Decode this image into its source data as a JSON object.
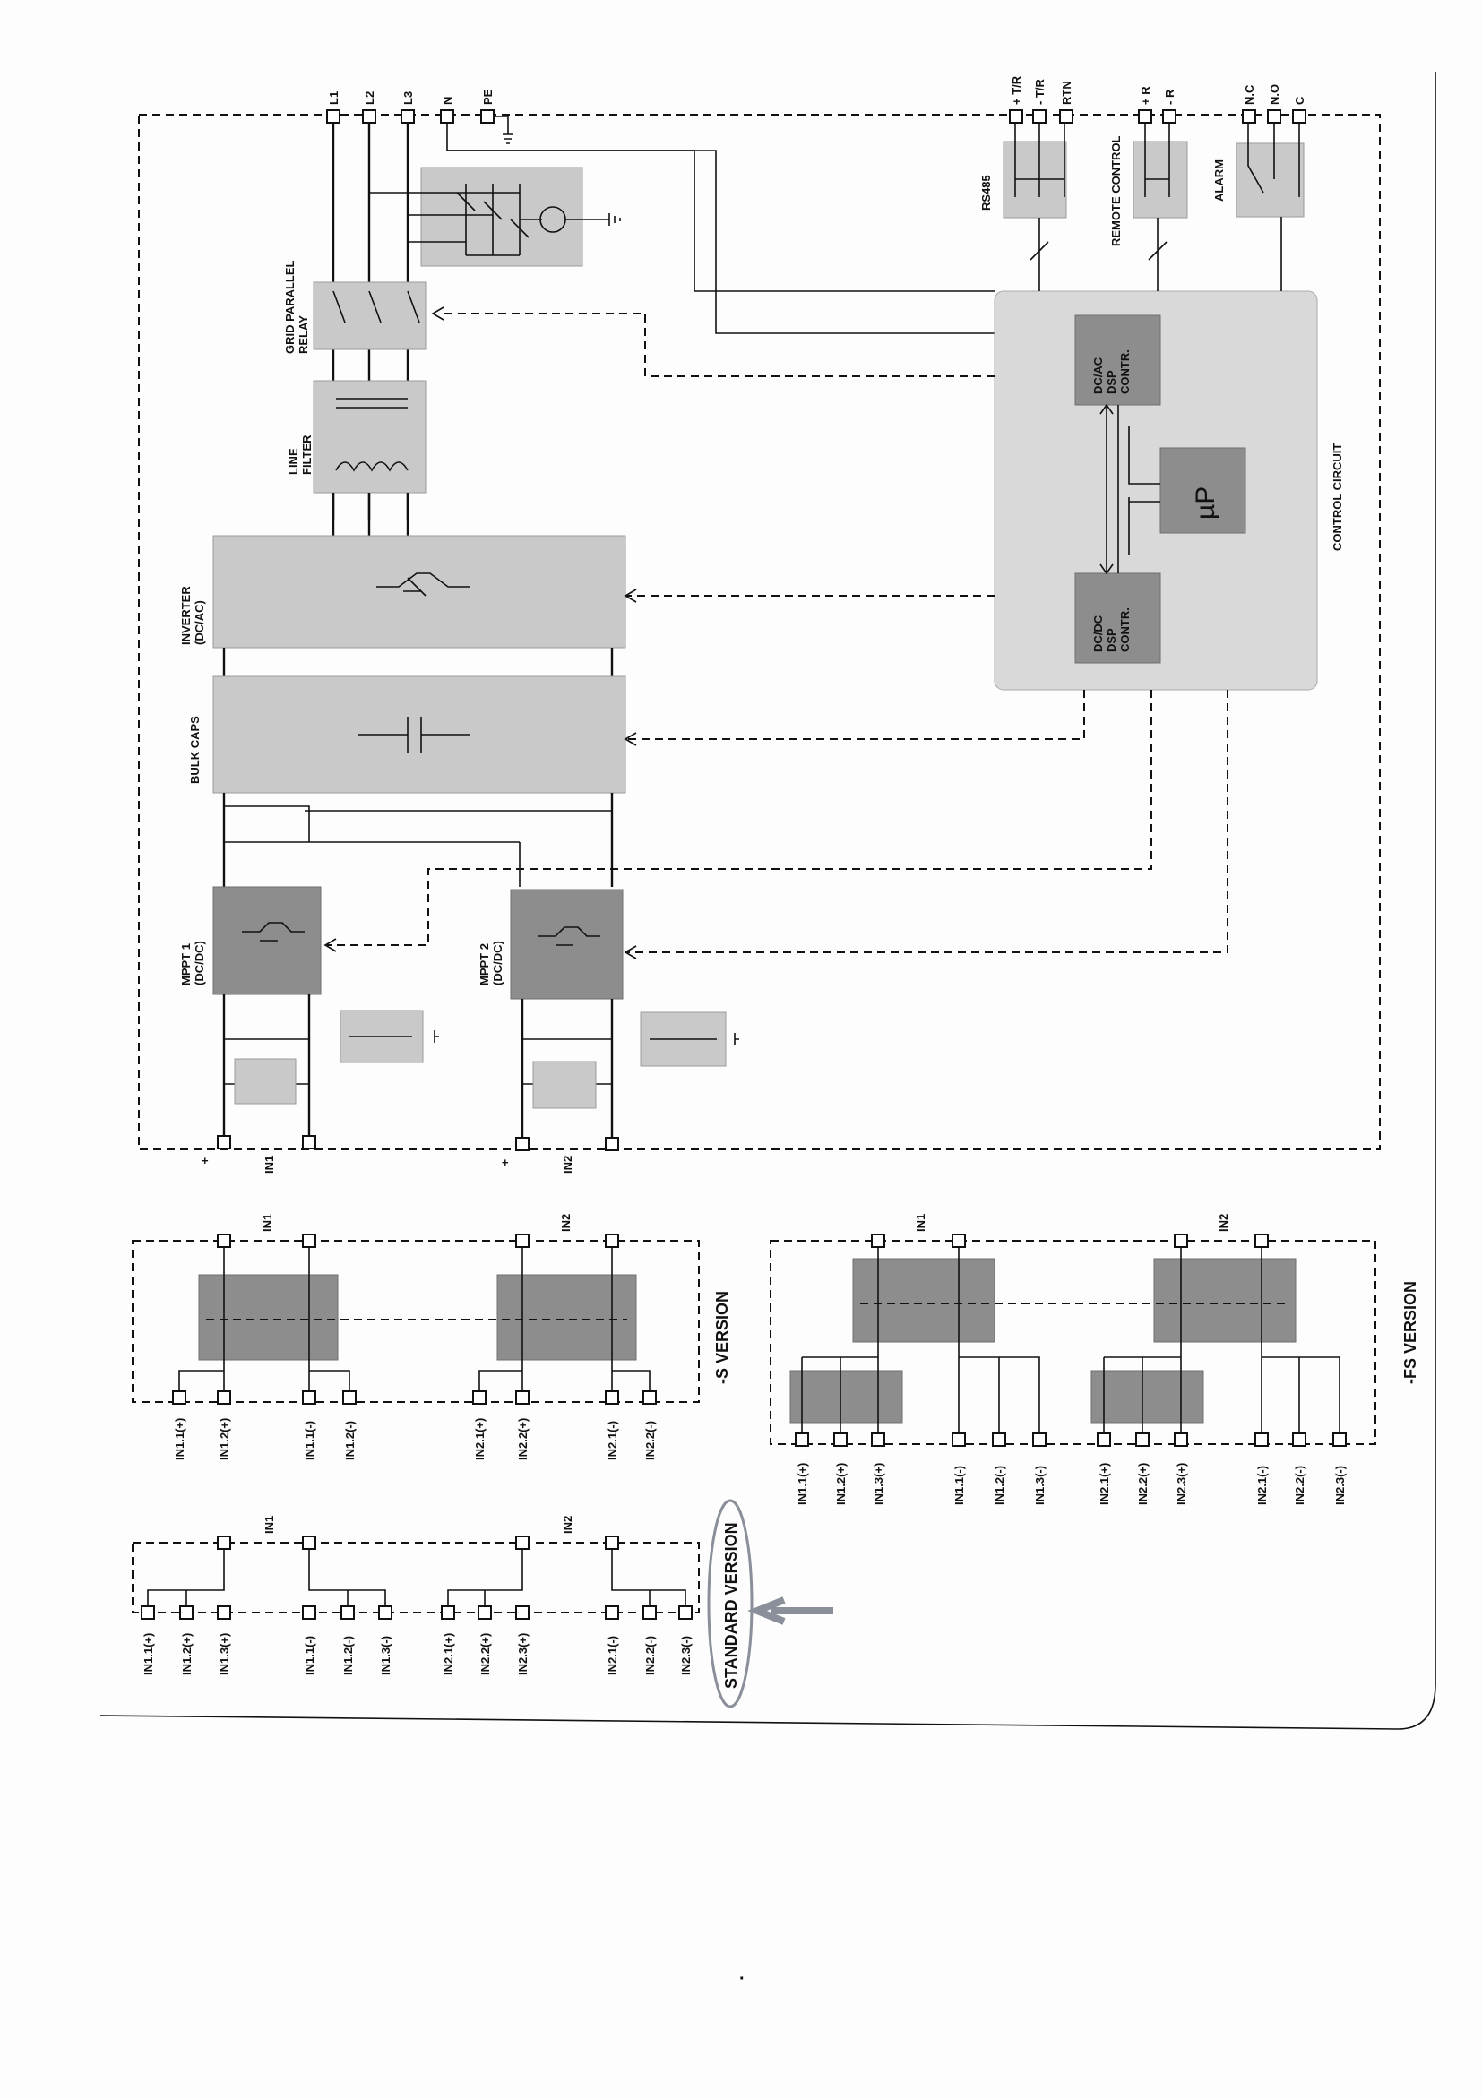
{
  "blocks": {
    "inverter": "INVERTER\n(DC/AC)",
    "bulk_caps": "BULK CAPS",
    "mppt1": "MPPT 1\n(DC/DC)",
    "mppt2": "MPPT 2\n(DC/DC)",
    "line_filter": "LINE\nFILTER",
    "grid_relay": "GRID PARALLEL\nRELAY",
    "rs485": "RS485",
    "remote_control": "REMOTE CONTROL",
    "alarm": "ALARM",
    "control_circuit": "CONTROL CIRCUIT",
    "dcac_dsp": "DC/AC\nDSP\nCONTR.",
    "dcdc_dsp": "DC/DC\nDSP\nCONTR.",
    "micro": "µP"
  },
  "grid_terminals": [
    "L1",
    "L2",
    "L3",
    "N",
    "PE"
  ],
  "rs485_terminals": [
    "+ T/R",
    "- T/R",
    "RTN"
  ],
  "remote_terminals": [
    "+ R",
    "- R"
  ],
  "alarm_terminals": [
    "N.C",
    "N.O",
    "C"
  ],
  "main_inputs": {
    "in1": "IN1",
    "in2": "IN2",
    "plus": "+",
    "minus": "-"
  },
  "s_version": {
    "title": "-S VERSION",
    "in1": "IN1",
    "in2": "IN2",
    "in1_terms": [
      "IN1.1(+)",
      "IN1.2(+)",
      "IN1.1(-)",
      "IN1.2(-)"
    ],
    "in2_terms": [
      "IN2.1(+)",
      "IN2.2(+)",
      "IN2.1(-)",
      "IN2.2(-)"
    ]
  },
  "fs_version": {
    "title": "-FS VERSION",
    "in1": "IN1",
    "in2": "IN2",
    "in1_terms": [
      "IN1.1(+)",
      "IN1.2(+)",
      "IN1.3(+)",
      "IN1.1(-)",
      "IN1.2(-)",
      "IN1.3(-)"
    ],
    "in2_terms": [
      "IN2.1(+)",
      "IN2.2(+)",
      "IN2.3(+)",
      "IN2.1(-)",
      "IN2.2(-)",
      "IN2.3(-)"
    ]
  },
  "standard_version": {
    "title": "STANDARD VERSION",
    "in1": "IN1",
    "in2": "IN2",
    "in1_terms": [
      "IN1.1(+)",
      "IN1.2(+)",
      "IN1.3(+)",
      "IN1.1(-)",
      "IN1.2(-)",
      "IN1.3(-)"
    ],
    "in2_terms": [
      "IN2.1(+)",
      "IN2.2(+)",
      "IN2.3(+)",
      "IN2.1(-)",
      "IN2.2(-)",
      "IN2.3(-)"
    ]
  },
  "colors": {
    "block": "#c9c9c9",
    "block_dark": "#8d8d8d",
    "ink": "#111111",
    "highlight": "#8a8f99"
  }
}
